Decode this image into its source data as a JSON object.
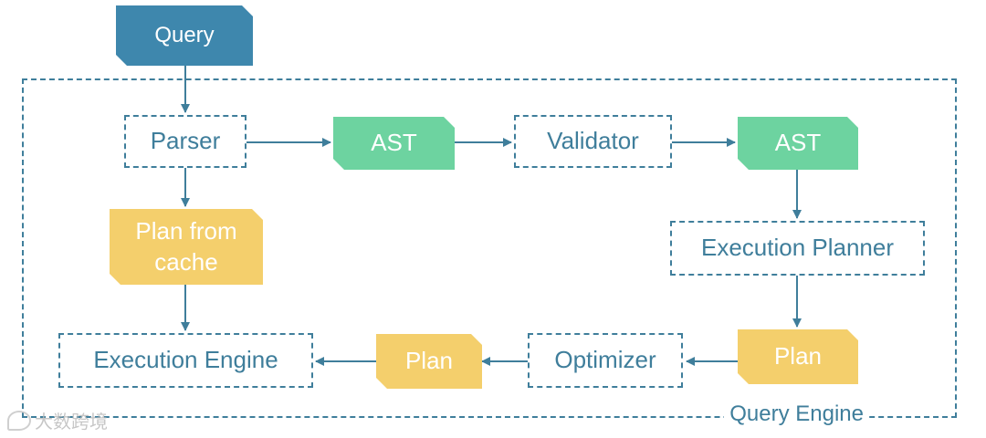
{
  "nodes": {
    "query": "Query",
    "parser": "Parser",
    "ast_parsed": "AST",
    "validator": "Validator",
    "ast_validated": "AST",
    "plan_from_cache": "Plan from cache",
    "execution_planner": "Execution Planner",
    "plan_planned": "Plan",
    "optimizer": "Optimizer",
    "plan_optimized": "Plan",
    "execution_engine": "Execution Engine"
  },
  "boundary_label": "Query Engine",
  "watermark": "大数跨境",
  "colors": {
    "line": "#3f7e9b",
    "query": "#3e87ad",
    "ast": "#6dd3a0",
    "plan": "#f4cf6c"
  }
}
